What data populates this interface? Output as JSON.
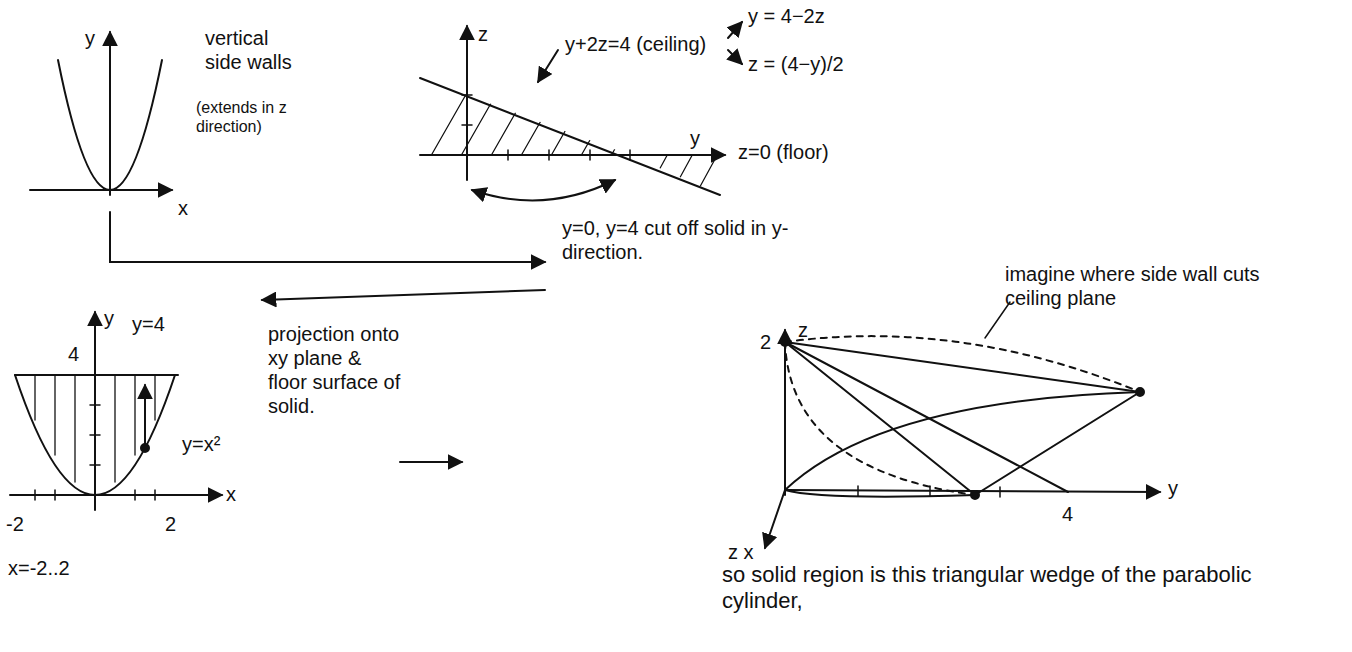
{
  "diagram": {
    "labels": [
      "y",
      "x",
      "vertical side walls",
      "(extends in z direction)",
      "z",
      "y+2z=4 (ceiling)",
      "y = 4−2z",
      "z = (4−y)/2",
      "y",
      "z=0 (floor)",
      "y=0, y=4 cut off solid in y-direction.",
      "imagine where side wall cuts ceiling plane",
      "4",
      "y",
      "y=4",
      "y=x²",
      "x",
      "-2",
      "2",
      "x=-2..2",
      "projection onto xy plane & floor surface of solid.",
      "z",
      "2",
      "y",
      "4",
      "z x",
      "so solid region is this triangular wedge of the parabolic cylinder,"
    ]
  }
}
